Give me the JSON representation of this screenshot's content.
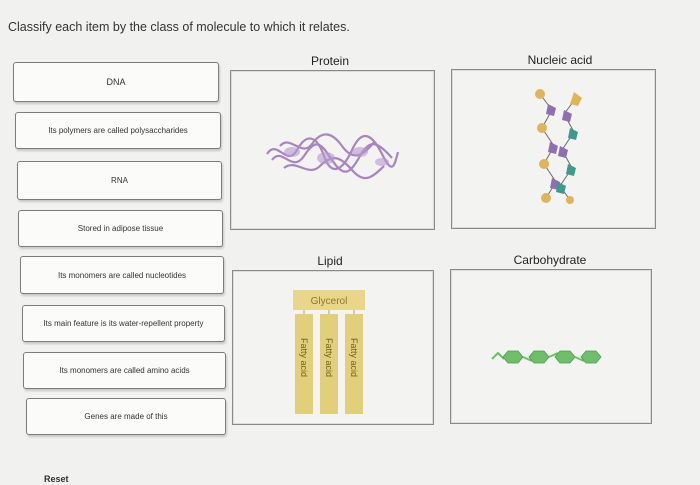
{
  "instruction": "Classify each item by the class of molecule to which it relates.",
  "items": [
    "DNA",
    "Its polymers are called polysaccharides",
    "RNA",
    "Stored in adipose tissue",
    "Its monomers are called nucleotides",
    "Its main feature is its water-repellent property",
    "Its monomers are called amino acids",
    "Genes are made of this"
  ],
  "bins": {
    "protein": "Protein",
    "nucleic_acid": "Nucleic acid",
    "lipid": "Lipid",
    "carbohydrate": "Carbohydrate"
  },
  "lipid_image": {
    "glycerol": "Glycerol",
    "fatty_acid_1": "Fatty acid",
    "fatty_acid_2": "Fatty acid",
    "fatty_acid_3": "Fatty acid"
  },
  "reset_label": "Reset",
  "colors": {
    "glycerol": "#e8d78a",
    "fatty_acid": "#e2cf7a",
    "protein": "#9b72b8",
    "nucleic_purple": "#8f6fb0",
    "nucleic_orange": "#e0b45a",
    "nucleic_teal": "#3f9a8c",
    "carb_green": "#6fbf6a"
  }
}
